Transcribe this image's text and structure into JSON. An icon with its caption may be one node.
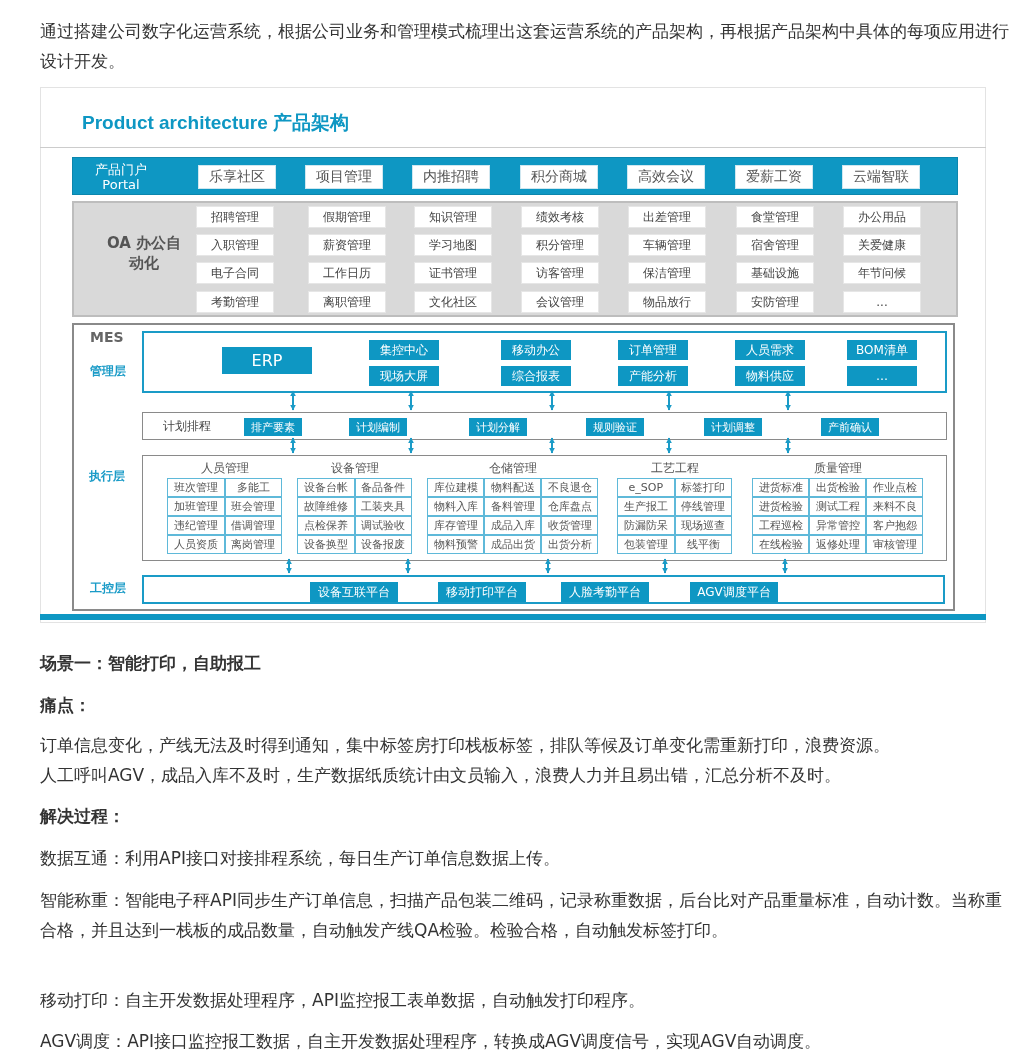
{
  "diagram": {
    "title": "Product architecture 产品架构",
    "nodes": [
      {
        "text": [
          "产品门户 Portal"
        ]
      },
      {
        "text": [
          "乐享社区"
        ],
        "in": 0
      },
      {
        "text": [
          "项目管理"
        ],
        "in": 0
      },
      {
        "text": [
          "内推招聘"
        ],
        "in": 0
      },
      {
        "text": [
          "积分商城"
        ],
        "in": 0
      },
      {
        "text": [
          "高效会议"
        ],
        "in": 0
      },
      {
        "text": [
          "爱薪工资"
        ],
        "in": 0
      },
      {
        "text": [
          "云端智联"
        ],
        "in": 0
      },
      {
        "text": [
          "OA 办公自动化"
        ]
      },
      {
        "text": [
          "招聘管理"
        ],
        "in": 8
      },
      {
        "text": [
          "假期管理"
        ],
        "in": 8
      },
      {
        "text": [
          "知识管理"
        ],
        "in": 8
      },
      {
        "text": [
          "绩效考核"
        ],
        "in": 8
      },
      {
        "text": [
          "出差管理"
        ],
        "in": 8
      },
      {
        "text": [
          "食堂管理"
        ],
        "in": 8
      },
      {
        "text": [
          "办公用品"
        ],
        "in": 8
      },
      {
        "text": [
          "入职管理"
        ],
        "in": 8
      },
      {
        "text": [
          "薪资管理"
        ],
        "in": 8
      },
      {
        "text": [
          "学习地图"
        ],
        "in": 8
      },
      {
        "text": [
          "积分管理"
        ],
        "in": 8
      },
      {
        "text": [
          "车辆管理"
        ],
        "in": 8
      },
      {
        "text": [
          "宿舍管理"
        ],
        "in": 8
      },
      {
        "text": [
          "关爱健康"
        ],
        "in": 8
      },
      {
        "text": [
          "电子合同"
        ],
        "in": 8
      },
      {
        "text": [
          "工作日历"
        ],
        "in": 8
      },
      {
        "text": [
          "证书管理"
        ],
        "in": 8
      },
      {
        "text": [
          "访客管理"
        ],
        "in": 8
      },
      {
        "text": [
          "保洁管理"
        ],
        "in": 8
      },
      {
        "text": [
          "基础设施"
        ],
        "in": 8
      },
      {
        "text": [
          "年节问候"
        ],
        "in": 8
      },
      {
        "text": [
          "考勤管理"
        ],
        "in": 8
      },
      {
        "text": [
          "离职管理"
        ],
        "in": 8
      },
      {
        "text": [
          "文化社区"
        ],
        "in": 8
      },
      {
        "text": [
          "会议管理"
        ],
        "in": 8
      },
      {
        "text": [
          "物品放行"
        ],
        "in": 8
      },
      {
        "text": [
          "安防管理"
        ],
        "in": 8
      },
      {
        "text": [
          "..."
        ],
        "in": 8
      },
      {
        "text": [
          "MES"
        ]
      },
      {
        "text": [
          "管理层"
        ],
        "in": 37
      },
      {
        "text": [
          "ERP"
        ],
        "in": 38
      },
      {
        "text": [
          "集控中心"
        ],
        "in": 38
      },
      {
        "text": [
          "移动办公"
        ],
        "in": 38
      },
      {
        "text": [
          "订单管理"
        ],
        "in": 38
      },
      {
        "text": [
          "人员需求"
        ],
        "in": 38
      },
      {
        "text": [
          "BOM清单"
        ],
        "in": 38
      },
      {
        "text": [
          "现场大屏"
        ],
        "in": 38
      },
      {
        "text": [
          "综合报表"
        ],
        "in": 38
      },
      {
        "text": [
          "产能分析"
        ],
        "in": 38
      },
      {
        "text": [
          "物料供应"
        ],
        "in": 38
      },
      {
        "text": [
          "…"
        ],
        "in": 38
      },
      {
        "text": [
          "计划排程"
        ],
        "in": 37
      },
      {
        "text": [
          "排产要素"
        ],
        "in": 50
      },
      {
        "text": [
          "计划编制"
        ],
        "in": 50
      },
      {
        "text": [
          "计划分解"
        ],
        "in": 50
      },
      {
        "text": [
          "规则验证"
        ],
        "in": 50
      },
      {
        "text": [
          "计划调整"
        ],
        "in": 50
      },
      {
        "text": [
          "产前确认"
        ],
        "in": 50
      },
      {
        "text": [
          "执行层"
        ],
        "in": 37
      },
      {
        "text": [
          "人员管理"
        ],
        "in": 57
      },
      {
        "text": [
          "班次管理"
        ],
        "in": 58
      },
      {
        "text": [
          "多能工"
        ],
        "in": 58
      },
      {
        "text": [
          "加班管理"
        ],
        "in": 58
      },
      {
        "text": [
          "班会管理"
        ],
        "in": 58
      },
      {
        "text": [
          "违纪管理"
        ],
        "in": 58
      },
      {
        "text": [
          "借调管理"
        ],
        "in": 58
      },
      {
        "text": [
          "人员资质"
        ],
        "in": 58
      },
      {
        "text": [
          "离岗管理"
        ],
        "in": 58
      },
      {
        "text": [
          "设备管理"
        ],
        "in": 57
      },
      {
        "text": [
          "设备台帐"
        ],
        "in": 67
      },
      {
        "text": [
          "备品备件"
        ],
        "in": 67
      },
      {
        "text": [
          "故障维修"
        ],
        "in": 67
      },
      {
        "text": [
          "工装夹具"
        ],
        "in": 67
      },
      {
        "text": [
          "点检保养"
        ],
        "in": 67
      },
      {
        "text": [
          "调试验收"
        ],
        "in": 67
      },
      {
        "text": [
          "设备换型"
        ],
        "in": 67
      },
      {
        "text": [
          "设备报废"
        ],
        "in": 67
      },
      {
        "text": [
          "仓储管理"
        ],
        "in": 57
      },
      {
        "text": [
          "库位建模"
        ],
        "in": 76
      },
      {
        "text": [
          "物料配送"
        ],
        "in": 76
      },
      {
        "text": [
          "不良退仓"
        ],
        "in": 76
      },
      {
        "text": [
          "物料入库"
        ],
        "in": 76
      },
      {
        "text": [
          "备料管理"
        ],
        "in": 76
      },
      {
        "text": [
          "仓库盘点"
        ],
        "in": 76
      },
      {
        "text": [
          "库存管理"
        ],
        "in": 76
      },
      {
        "text": [
          "成品入库"
        ],
        "in": 76
      },
      {
        "text": [
          "收货管理"
        ],
        "in": 76
      },
      {
        "text": [
          "物料预警"
        ],
        "in": 76
      },
      {
        "text": [
          "成品出货"
        ],
        "in": 76
      },
      {
        "text": [
          "出货分析"
        ],
        "in": 76
      },
      {
        "text": [
          "工艺工程"
        ],
        "in": 57
      },
      {
        "text": [
          "e_SOP"
        ],
        "in": 89
      },
      {
        "text": [
          "标签打印"
        ],
        "in": 89
      },
      {
        "text": [
          "生产报工"
        ],
        "in": 89
      },
      {
        "text": [
          "停线管理"
        ],
        "in": 89
      },
      {
        "text": [
          "防漏防呆"
        ],
        "in": 89
      },
      {
        "text": [
          "现场巡查"
        ],
        "in": 89
      },
      {
        "text": [
          "包装管理"
        ],
        "in": 89
      },
      {
        "text": [
          "线平衡"
        ],
        "in": 89
      },
      {
        "text": [
          "质量管理"
        ],
        "in": 57
      },
      {
        "text": [
          "进货标准"
        ],
        "in": 98
      },
      {
        "text": [
          "出货检验"
        ],
        "in": 98
      },
      {
        "text": [
          "作业点检"
        ],
        "in": 98
      },
      {
        "text": [
          "进货检验"
        ],
        "in": 98
      },
      {
        "text": [
          "测试工程"
        ],
        "in": 98
      },
      {
        "text": [
          "来料不良"
        ],
        "in": 98
      },
      {
        "text": [
          "工程巡检"
        ],
        "in": 98
      },
      {
        "text": [
          "异常管控"
        ],
        "in": 98
      },
      {
        "text": [
          "客户抱怨"
        ],
        "in": 98
      },
      {
        "text": [
          "在线检验"
        ],
        "in": 98
      },
      {
        "text": [
          "返修处理"
        ],
        "in": 98
      },
      {
        "text": [
          "审核管理"
        ],
        "in": 98
      },
      {
        "text": [
          "工控层"
        ],
        "in": 37
      },
      {
        "text": [
          "设备互联平台"
        ],
        "in": 111
      },
      {
        "text": [
          "移动打印平台"
        ],
        "in": 111
      },
      {
        "text": [
          "人脸考勤平台"
        ],
        "in": 111
      },
      {
        "text": [
          "AGV调度平台"
        ],
        "in": 111
      }
    ],
    "edges": [
      {
        "from": 38,
        "to": 50,
        "arrow": "both"
      },
      {
        "from": 38,
        "to": 50,
        "arrow": "both"
      },
      {
        "from": 38,
        "to": 50,
        "arrow": "both"
      },
      {
        "from": 38,
        "to": 50,
        "arrow": "both"
      },
      {
        "from": 38,
        "to": 50,
        "arrow": "both"
      },
      {
        "from": 50,
        "to": 57,
        "arrow": "both"
      },
      {
        "from": 50,
        "to": 57,
        "arrow": "both"
      },
      {
        "from": 50,
        "to": 57,
        "arrow": "both"
      },
      {
        "from": 50,
        "to": 57,
        "arrow": "both"
      },
      {
        "from": 50,
        "to": 57,
        "arrow": "both"
      },
      {
        "from": 57,
        "to": 111,
        "arrow": "both"
      },
      {
        "from": 57,
        "to": 111,
        "arrow": "both"
      },
      {
        "from": 57,
        "to": 111,
        "arrow": "both"
      },
      {
        "from": 57,
        "to": 111,
        "arrow": "both"
      },
      {
        "from": 57,
        "to": 111,
        "arrow": "both"
      }
    ],
    "labels": [
      "通过搭建公司数字化运营系统，根据公司业务和管理模式梳理出这套运营系统的产品架构，再根据产品架构中具体的每项应用进行设计开发。",
      "场景一：智能打印，自助报工",
      "痛点：",
      "订单信息变化，产线无法及时得到通知，集中标签房打印栈板标签，排队等候及订单变化需重新打印，浪费资源。",
      "人工呼叫AGV，成品入库不及时，生产数据纸质统计由文员输入，浪费人力并且易出错，汇总分析不及时。",
      "解决过程：",
      "数据互通：利用API接口对接排程系统，每日生产订单信息数据上传。",
      "智能称重：智能电子秤API同步生产订单信息，扫描产品包装二维码，记录称重数据，后台比对产品重量标准，自动计数。当称重合格，并且达到一栈板的成品数量，自动触发产线QA检验。检验合格，自动触发标签打印。",
      "移动打印：自主开发数据处理程序，API监控报工表单数据，自动触发打印程序。",
      "AGV调度：API接口监控报工数据，自主开发数据处理程序，转换成AGV调度信号，实现AGV自动调度。"
    ]
  }
}
